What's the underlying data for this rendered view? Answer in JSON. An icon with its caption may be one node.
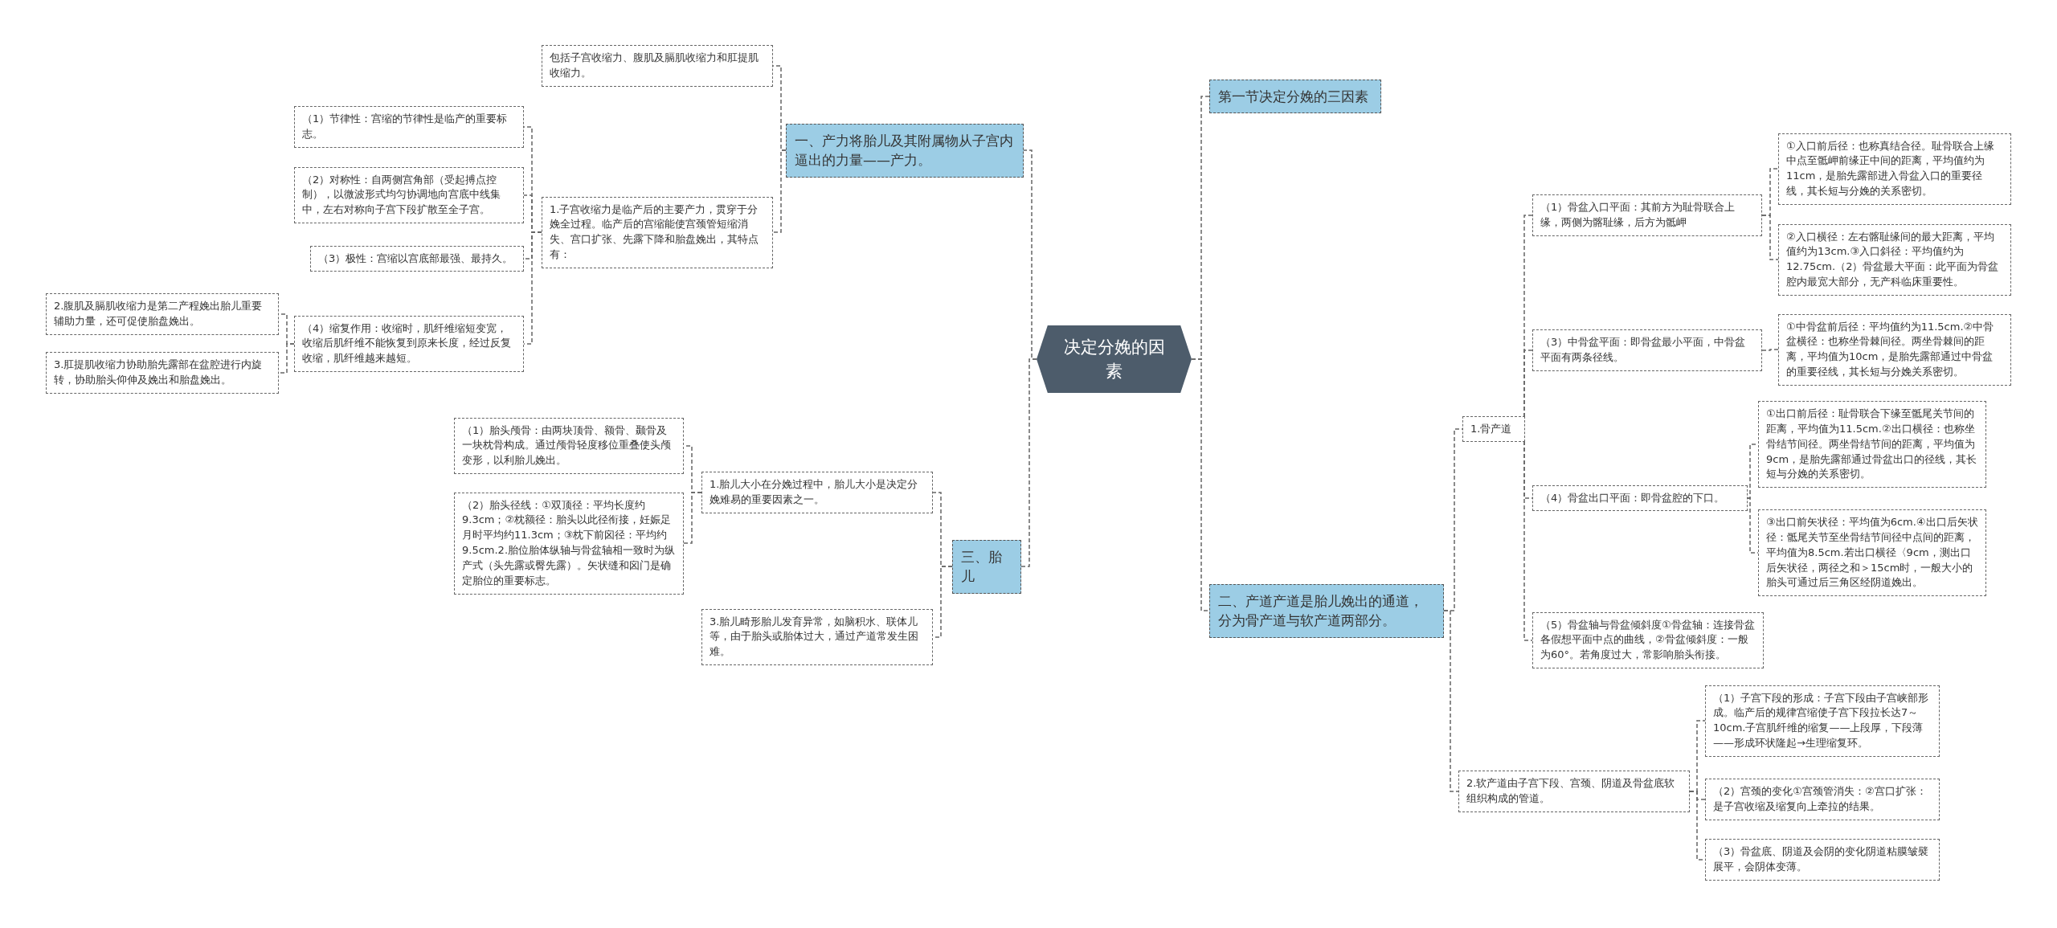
{
  "diagram": {
    "nodes": [
      {
        "text": [
          "决定分娩的因素"
        ]
      },
      {
        "text": [
          "一、产力将胎儿及其附属物从子宫内逼出的力量——产力。"
        ]
      },
      {
        "text": [
          "包括子宫收缩力、腹肌及膈肌收缩力和肛提肌收缩力。"
        ]
      },
      {
        "text": [
          "1.子宫收缩力是临产后的主要产力，贯穿于分娩全过程。临产后的宫缩能使宫颈管短缩消失、宫口扩张、先露下降和胎盘娩出，其特点有："
        ]
      },
      {
        "text": [
          "（1）节律性：宫缩的节律性是临产的重要标志。"
        ]
      },
      {
        "text": [
          "（2）对称性：自两侧宫角部（受起搏点控制），以微波形式均匀协调地向宫底中线集中，左右对称向子宫下段扩散至全子宫。"
        ]
      },
      {
        "text": [
          "（3）极性：宫缩以宫底部最强、最持久。"
        ]
      },
      {
        "text": [
          "（4）缩复作用：收缩时，肌纤维缩短变宽，收缩后肌纤维不能恢复到原来长度，经过反复收缩，肌纤维越来越短。"
        ]
      },
      {
        "text": [
          "2.腹肌及膈肌收缩力是第二产程娩出胎儿重要辅助力量，还可促使胎盘娩出。"
        ]
      },
      {
        "text": [
          "3.肛提肌收缩力协助胎先露部在盆腔进行内旋转，协助胎头仰伸及娩出和胎盘娩出。"
        ]
      },
      {
        "text": [
          "三、胎儿"
        ]
      },
      {
        "text": [
          "1.胎儿大小在分娩过程中，胎儿大小是决定分娩难易的重要因素之一。"
        ]
      },
      {
        "text": [
          "3.胎儿畸形胎儿发育异常，如脑积水、联体儿等，由于胎头或胎体过大，通过产道常发生困难。"
        ]
      },
      {
        "text": [
          "（1）胎头颅骨：由两块顶骨、额骨、颞骨及一块枕骨构成。通过颅骨轻度移位重叠使头颅变形，以利胎儿娩出。"
        ]
      },
      {
        "text": [
          "（2）胎头径线：①双顶径：平均长度约9.3cm；②枕额径：胎头以此径衔接，妊娠足月时平均约11.3cm；③枕下前囟径：平均约9.5cm.2.胎位胎体纵轴与骨盆轴相一致时为纵产式（头先露或臀先露）。矢状缝和囟门是确定胎位的重要标志。"
        ]
      },
      {
        "text": [
          "第一节决定分娩的三因素"
        ]
      },
      {
        "text": [
          "二、产道产道是胎儿娩出的通道，分为骨产道与软产道两部分。"
        ]
      },
      {
        "text": [
          "1.骨产道"
        ]
      },
      {
        "text": [
          "（1）骨盆入口平面：其前方为耻骨联合上缘，两侧为髂耻缘，后方为骶岬"
        ]
      },
      {
        "text": [
          "（3）中骨盆平面：即骨盆最小平面，中骨盆平面有两条径线。"
        ]
      },
      {
        "text": [
          "（4）骨盆出口平面：即骨盆腔的下口。"
        ]
      },
      {
        "text": [
          "（5）骨盆轴与骨盆倾斜度①骨盆轴：连接骨盆各假想平面中点的曲线，②骨盆倾斜度：一般为60°。若角度过大，常影响胎头衔接。"
        ]
      },
      {
        "text": [
          "①入口前后径：也称真结合径。耻骨联合上缘中点至骶岬前缘正中间的距离，平均值约为11cm，是胎先露部进入骨盆入口的重要径线，其长短与分娩的关系密切。"
        ]
      },
      {
        "text": [
          "②入口横径：左右髂耻缘间的最大距离，平均值约为13cm.③入口斜径：平均值约为12.75cm.（2）骨盆最大平面：此平面为骨盆腔内最宽大部分，无产科临床重要性。"
        ]
      },
      {
        "text": [
          "①中骨盆前后径：平均值约为11.5cm.②中骨盆横径：也称坐骨棘间径。两坐骨棘间的距离，平均值为10cm，是胎先露部通过中骨盆的重要径线，其长短与分娩关系密切。"
        ]
      },
      {
        "text": [
          "①出口前后径：耻骨联合下缘至骶尾关节间的距离，平均值为11.5cm.②出口横径：也称坐骨结节间径。两坐骨结节间的距离，平均值为9cm，是胎先露部通过骨盆出口的径线，其长短与分娩的关系密切。"
        ]
      },
      {
        "text": [
          "③出口前矢状径：平均值为6cm.④出口后矢状径：骶尾关节至坐骨结节间径中点间的距离，平均值为8.5cm.若出口横径〈9cm，测出口后矢状径，两径之和＞15cm时，一般大小的胎头可通过后三角区经阴道娩出。"
        ]
      },
      {
        "text": [
          "2.软产道由子宫下段、宫颈、阴道及骨盆底软组织构成的管道。"
        ]
      },
      {
        "text": [
          "（1）子宫下段的形成：子宫下段由子宫峡部形成。临产后的规律宫缩使子宫下段拉长达7～10cm.子宫肌纤维的缩复——上段厚，下段薄——形成环状隆起→生理缩复环。"
        ]
      },
      {
        "text": [
          "（2）宫颈的变化①宫颈管消失：②宫口扩张：是子宫收缩及缩复向上牵拉的结果。"
        ]
      },
      {
        "text": [
          "（3）骨盆底、阴道及会阴的变化阴道粘膜皱襞展平，会阴体变薄。"
        ]
      }
    ],
    "edges": [
      {
        "from": 0,
        "to": 1,
        "arrow": "none"
      },
      {
        "from": 0,
        "to": 10,
        "arrow": "none"
      },
      {
        "from": 0,
        "to": 15,
        "arrow": "none"
      },
      {
        "from": 0,
        "to": 16,
        "arrow": "none"
      },
      {
        "from": 1,
        "to": 2,
        "arrow": "none"
      },
      {
        "from": 1,
        "to": 3,
        "arrow": "none"
      },
      {
        "from": 3,
        "to": 4,
        "arrow": "none"
      },
      {
        "from": 3,
        "to": 5,
        "arrow": "none"
      },
      {
        "from": 3,
        "to": 6,
        "arrow": "none"
      },
      {
        "from": 3,
        "to": 7,
        "arrow": "none"
      },
      {
        "from": 7,
        "to": 8,
        "arrow": "none"
      },
      {
        "from": 7,
        "to": 9,
        "arrow": "none"
      },
      {
        "from": 10,
        "to": 11,
        "arrow": "none"
      },
      {
        "from": 10,
        "to": 12,
        "arrow": "none"
      },
      {
        "from": 11,
        "to": 13,
        "arrow": "none"
      },
      {
        "from": 11,
        "to": 14,
        "arrow": "none"
      },
      {
        "from": 16,
        "to": 17,
        "arrow": "none"
      },
      {
        "from": 16,
        "to": 27,
        "arrow": "none"
      },
      {
        "from": 17,
        "to": 18,
        "arrow": "none"
      },
      {
        "from": 17,
        "to": 19,
        "arrow": "none"
      },
      {
        "from": 17,
        "to": 20,
        "arrow": "none"
      },
      {
        "from": 17,
        "to": 21,
        "arrow": "none"
      },
      {
        "from": 18,
        "to": 22,
        "arrow": "none"
      },
      {
        "from": 18,
        "to": 23,
        "arrow": "none"
      },
      {
        "from": 19,
        "to": 24,
        "arrow": "none"
      },
      {
        "from": 20,
        "to": 25,
        "arrow": "none"
      },
      {
        "from": 20,
        "to": 26,
        "arrow": "none"
      },
      {
        "from": 27,
        "to": 28,
        "arrow": "none"
      },
      {
        "from": 27,
        "to": 29,
        "arrow": "none"
      },
      {
        "from": 27,
        "to": 30,
        "arrow": "none"
      }
    ]
  }
}
